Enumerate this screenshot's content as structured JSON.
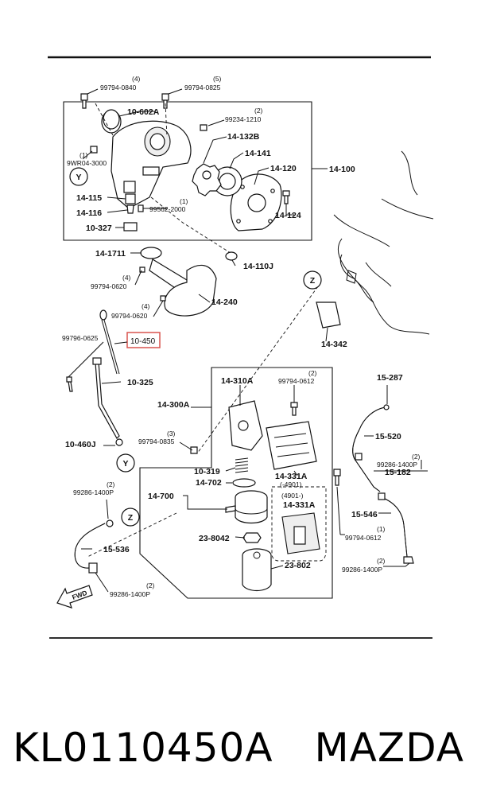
{
  "diagram": {
    "labels": {
      "q4a": "(4)",
      "p99794_0840": "99794-0840",
      "q5": "(5)",
      "p99794_0825": "99794-0825",
      "p10_602A": "10-602A",
      "q2a": "(2)",
      "p99234_1210": "99234-1210",
      "q1a": "(1)",
      "p9WR04_3000": "9WR04-3000",
      "p14_132B": "14-132B",
      "p14_141": "14-141",
      "p14_120": "14-120",
      "p14_100": "14-100",
      "p14_115": "14-115",
      "p14_116": "14-116",
      "p10_327": "10-327",
      "q1b": "(1)",
      "p99562_2000": "99562-2000",
      "p14_124": "14-124",
      "p14_1711": "14-1711",
      "p14_110J": "14-110J",
      "q4b": "(4)",
      "p99794_0620a": "99794-0620",
      "q4c": "(4)",
      "p99794_0620b": "99794-0620",
      "p14_240": "14-240",
      "p14_342": "14-342",
      "p99796_0625": "99796-0625",
      "p10_450": "10-450",
      "p10_325": "10-325",
      "p10_460J": "10-460J",
      "p14_310A": "14-310A",
      "q2b": "(2)",
      "p99794_0612a": "99794-0612",
      "p14_300A": "14-300A",
      "p15_287": "15-287",
      "p15_520": "15-520",
      "q3": "(3)",
      "p99794_0835": "99794-0835",
      "p10_319": "10-319",
      "p14_702": "14-702",
      "p14_331A_a": "14-331A",
      "p4901_a": "(-4901)",
      "q2c": "(2)",
      "p99286_1400P_a": "99286-1400P",
      "p15_182": "15-182",
      "q2d": "(2)",
      "p99286_1400P_b": "99286-1400P",
      "p14_700": "14-700",
      "p4901_b": "(4901-)",
      "p14_331A_b": "14-331A",
      "p15_546": "15-546",
      "p23_8042": "23-8042",
      "q1c": "(1)",
      "p99794_0612b": "99794-0612",
      "p15_536": "15-536",
      "p23_802": "23-802",
      "q2e": "(2)",
      "p99286_1400P_c": "99286-1400P",
      "q2f": "(2)",
      "p99286_1400P_d": "99286-1400P",
      "ref_y1": "Y",
      "ref_y2": "Y",
      "ref_z1": "Z",
      "ref_z2": "Z",
      "fwd": "FWD"
    },
    "highlight_color": "#d9534f"
  },
  "caption": {
    "part_number": "KL0110450A",
    "brand": "MAZDA"
  }
}
